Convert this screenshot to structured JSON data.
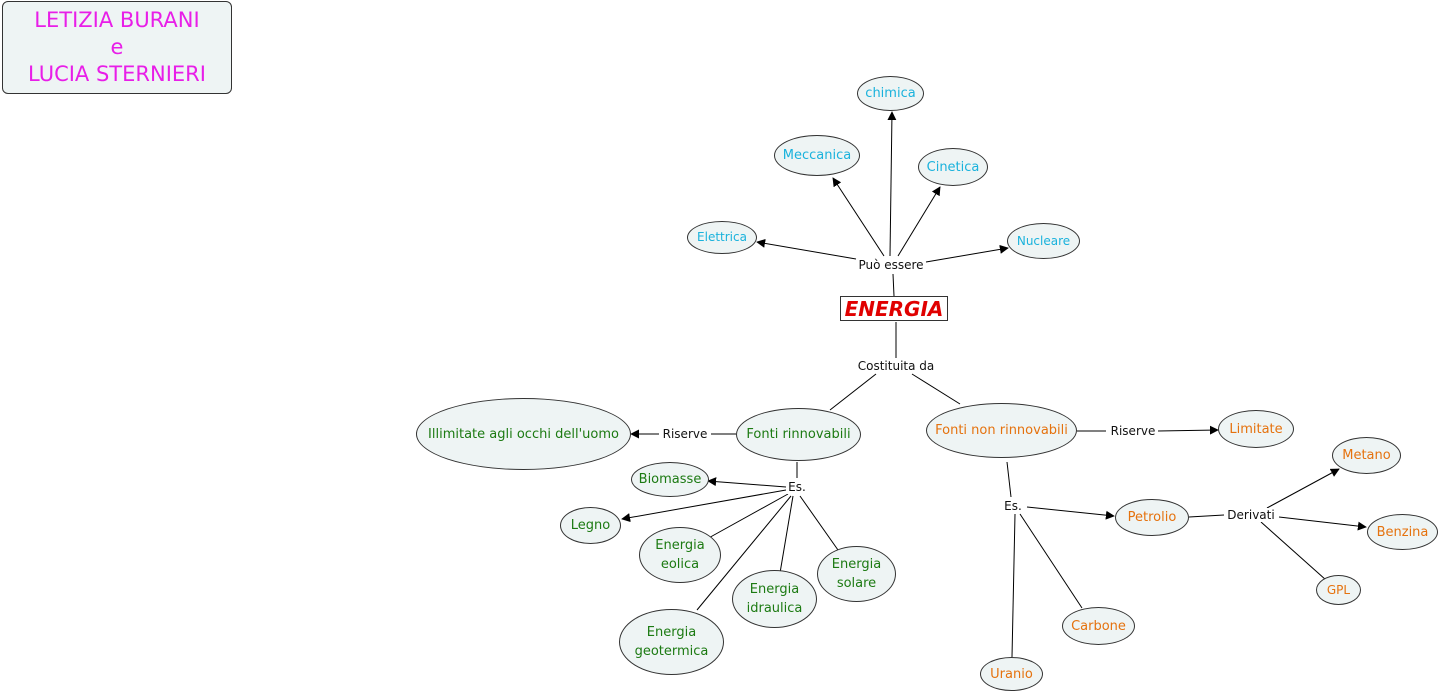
{
  "authors": {
    "line1": "LETIZIA BURANI",
    "line2": "e",
    "line3": "LUCIA STERNIERI"
  },
  "center": "ENERGIA",
  "links": {
    "puo_essere": "Può essere",
    "costituita_da": "Costituita da",
    "riserve_rinnovabili": "Riserve",
    "riserve_non_rinnovabili": "Riserve",
    "es_rinnovabili": "Es.",
    "es_non_rinnovabili": "Es.",
    "derivati": "Derivati"
  },
  "types": {
    "chimica": "chimica",
    "meccanica": "Meccanica",
    "cinetica": "Cinetica",
    "elettrica": "Elettrica",
    "nucleare": "Nucleare"
  },
  "rinnovabili": {
    "label": "Fonti rinnovabili",
    "riserve": "Illimitate agli occhi dell'uomo",
    "examples": {
      "biomasse": "Biomasse",
      "legno": "Legno",
      "eolica": "Energia\neolica",
      "idraulica": "Energia\nidraulica",
      "solare": "Energia\nsolare",
      "geotermica": "Energia\ngeotermica"
    }
  },
  "non_rinnovabili": {
    "label": "Fonti non rinnovabili",
    "riserve": "Limitate",
    "examples": {
      "petrolio": "Petrolio",
      "carbone": "Carbone",
      "uranio": "Uranio"
    },
    "derivati": {
      "metano": "Metano",
      "benzina": "Benzina",
      "gpl": "GPL"
    }
  },
  "colors": {
    "title": "#e81ee8",
    "center": "#e00000",
    "types": "#1ab2dc",
    "renewable": "#1c7a12",
    "non_renewable": "#e5720e",
    "node_fill": "#eef4f4"
  }
}
